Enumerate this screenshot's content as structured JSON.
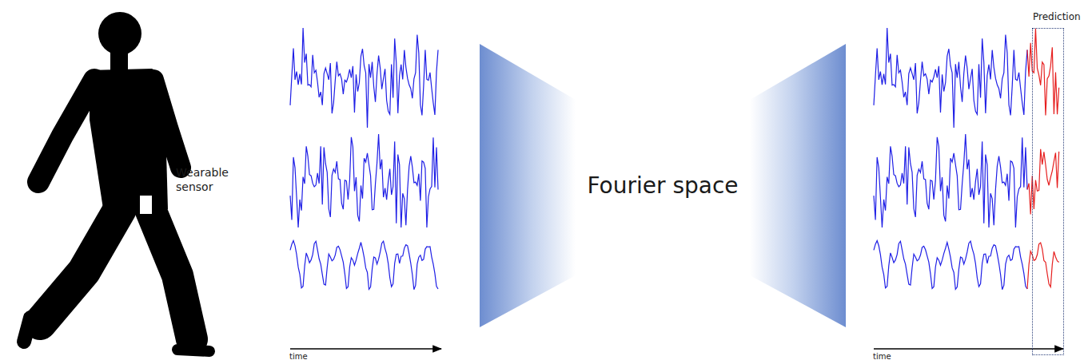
{
  "diagram": {
    "nodes": [
      {
        "text": [
          "Prediction"
        ]
      }
    ],
    "labels": [
      "Wearable sensor",
      "time",
      "Fourier space",
      "time"
    ]
  }
}
